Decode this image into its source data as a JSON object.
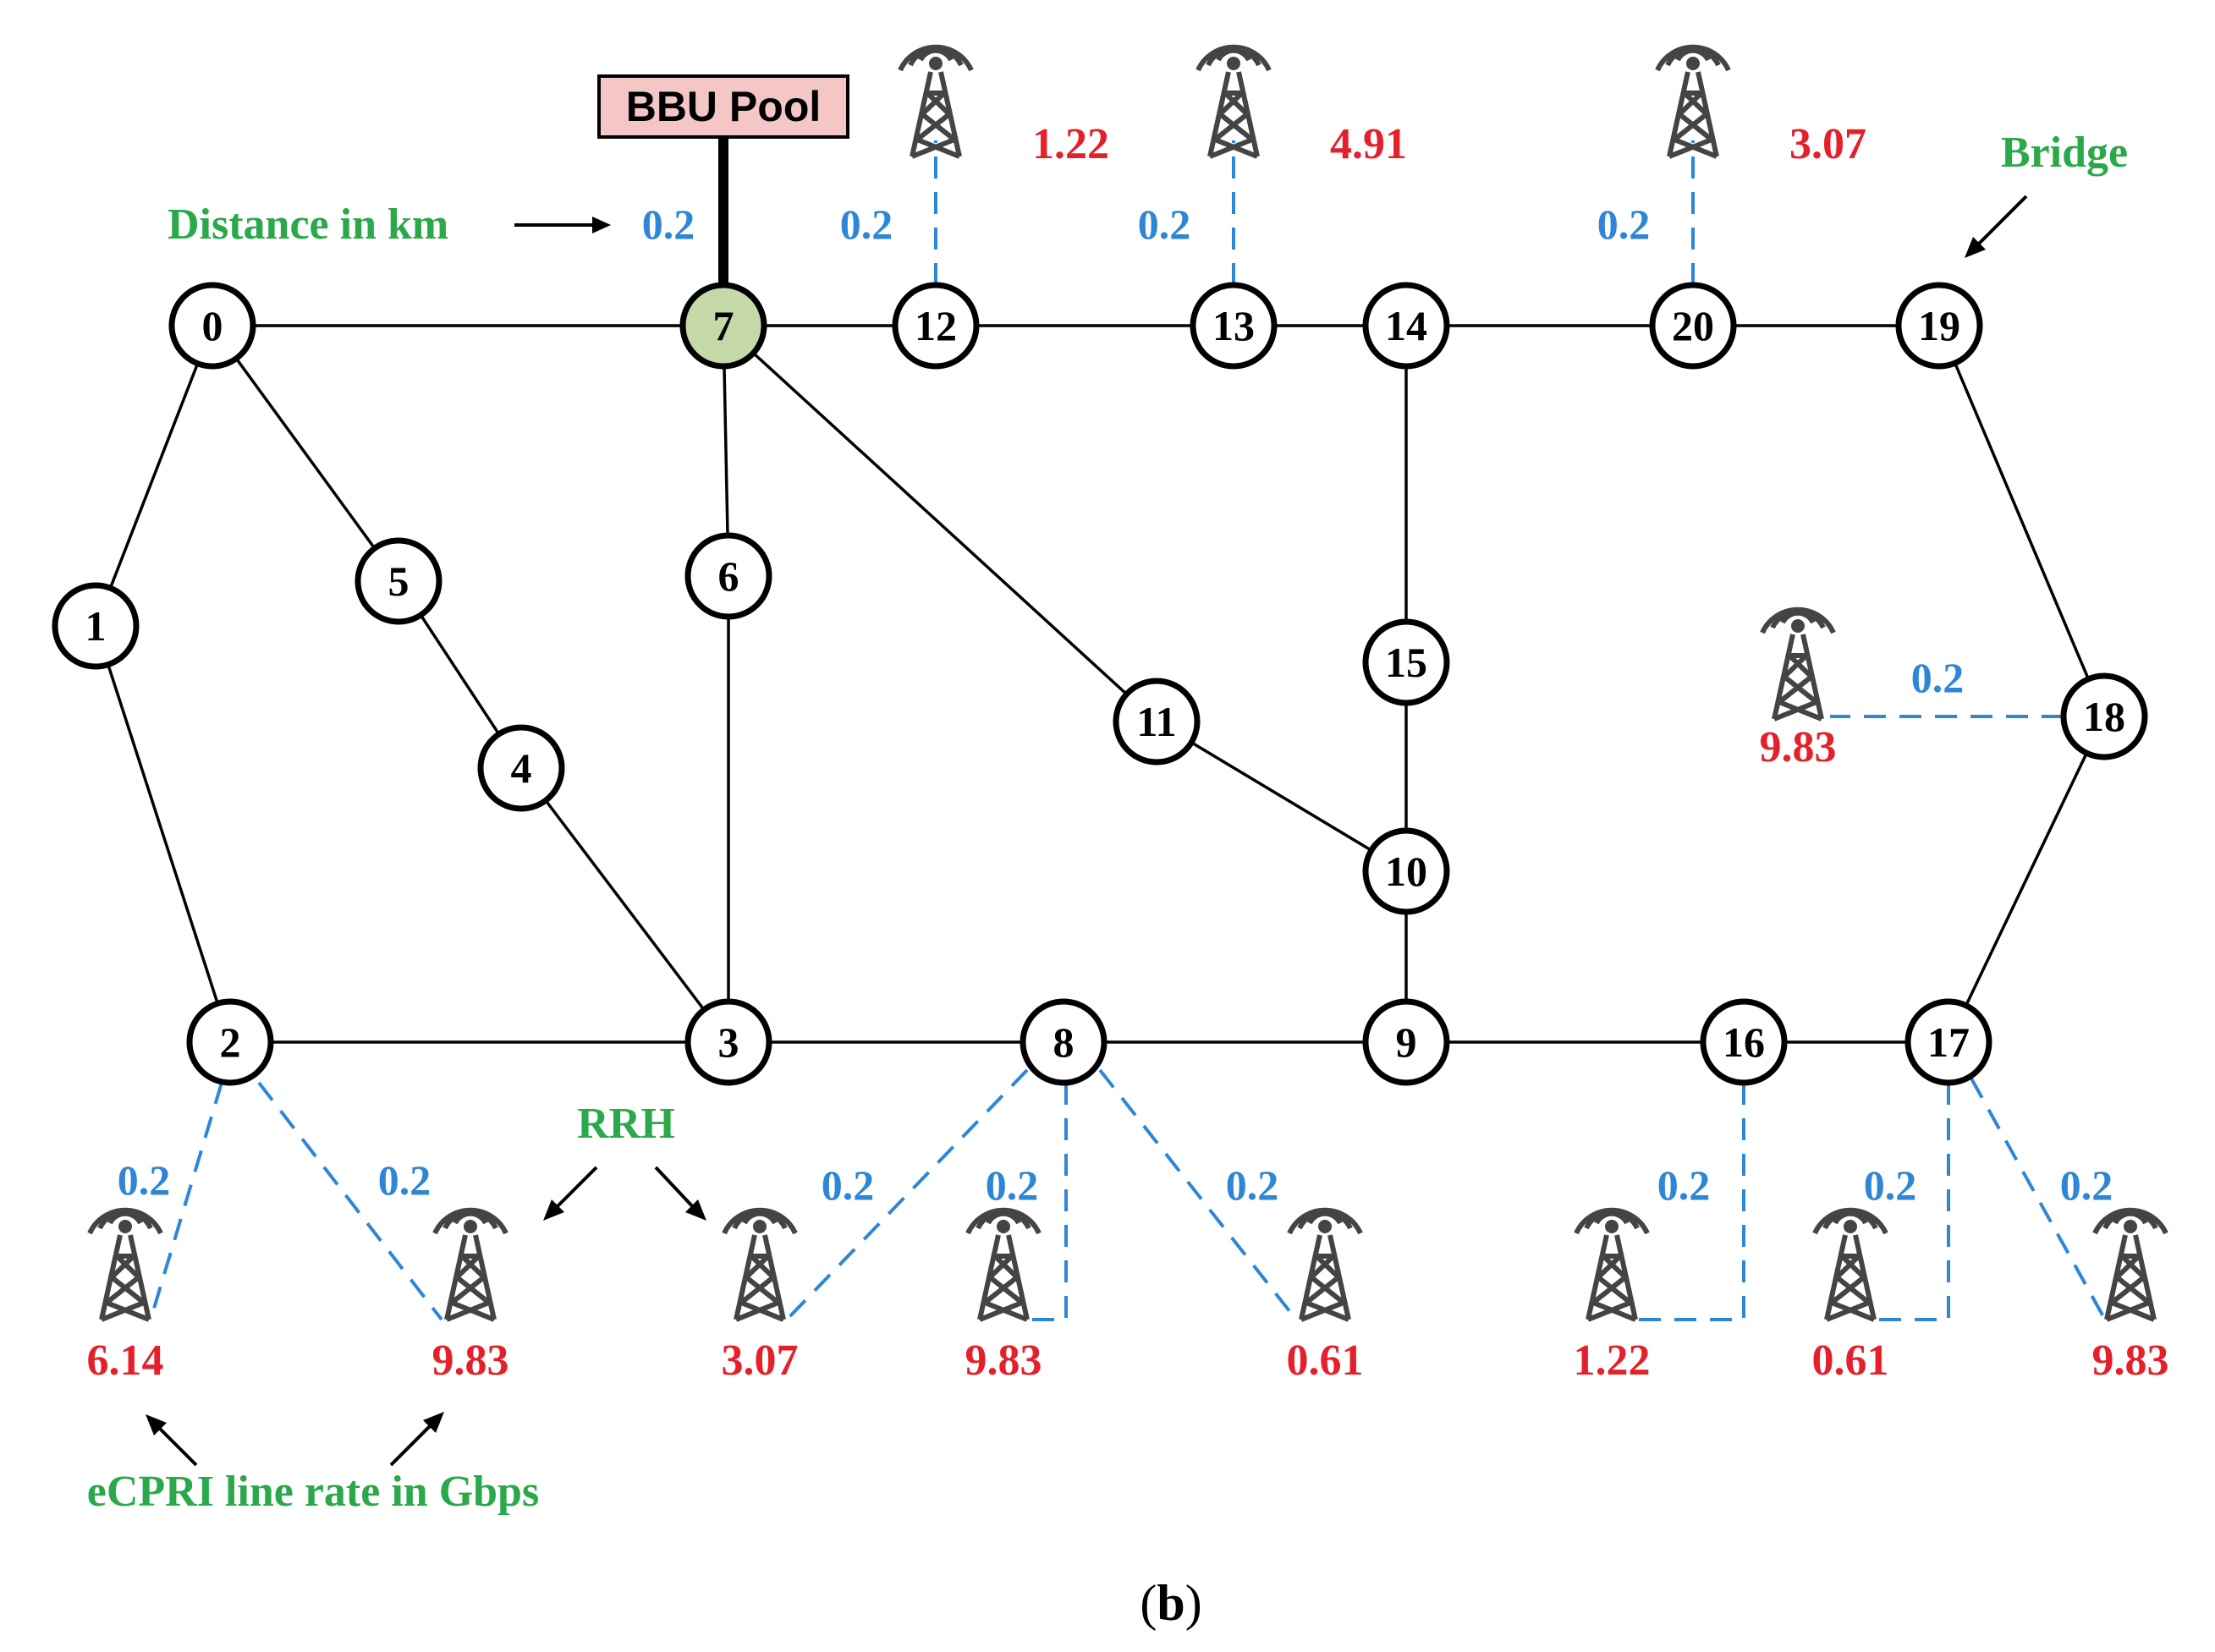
{
  "figure": {
    "caption_open": "(",
    "caption_letter": "b",
    "caption_close": ")"
  },
  "bbu": {
    "label": "BBU Pool",
    "link_distance": "0.2"
  },
  "annotations": {
    "distance": "Distance in km",
    "bridge": "Bridge",
    "rrh": "RRH",
    "line_rate": "eCPRI line rate in Gbps"
  },
  "nodes": [
    {
      "id": "0",
      "label": "0"
    },
    {
      "id": "1",
      "label": "1"
    },
    {
      "id": "2",
      "label": "2"
    },
    {
      "id": "3",
      "label": "3"
    },
    {
      "id": "4",
      "label": "4"
    },
    {
      "id": "5",
      "label": "5"
    },
    {
      "id": "6",
      "label": "6"
    },
    {
      "id": "7",
      "label": "7"
    },
    {
      "id": "8",
      "label": "8"
    },
    {
      "id": "9",
      "label": "9"
    },
    {
      "id": "10",
      "label": "10"
    },
    {
      "id": "11",
      "label": "11"
    },
    {
      "id": "12",
      "label": "12"
    },
    {
      "id": "13",
      "label": "13"
    },
    {
      "id": "14",
      "label": "14"
    },
    {
      "id": "15",
      "label": "15"
    },
    {
      "id": "16",
      "label": "16"
    },
    {
      "id": "17",
      "label": "17"
    },
    {
      "id": "18",
      "label": "18"
    },
    {
      "id": "19",
      "label": "19"
    },
    {
      "id": "20",
      "label": "20"
    }
  ],
  "edges": [
    [
      "0",
      "7"
    ],
    [
      "0",
      "1"
    ],
    [
      "0",
      "5"
    ],
    [
      "5",
      "4"
    ],
    [
      "4",
      "3"
    ],
    [
      "1",
      "2"
    ],
    [
      "2",
      "3"
    ],
    [
      "3",
      "6"
    ],
    [
      "6",
      "7"
    ],
    [
      "7",
      "12"
    ],
    [
      "12",
      "13"
    ],
    [
      "13",
      "14"
    ],
    [
      "14",
      "20"
    ],
    [
      "20",
      "19"
    ],
    [
      "7",
      "11"
    ],
    [
      "11",
      "10"
    ],
    [
      "14",
      "15"
    ],
    [
      "15",
      "10"
    ],
    [
      "10",
      "9"
    ],
    [
      "3",
      "8"
    ],
    [
      "8",
      "9"
    ],
    [
      "9",
      "16"
    ],
    [
      "16",
      "17"
    ],
    [
      "17",
      "18"
    ],
    [
      "18",
      "19"
    ]
  ],
  "rrhs": [
    {
      "node": "12",
      "rate": "1.22",
      "distance": "0.2"
    },
    {
      "node": "13",
      "rate": "4.91",
      "distance": "0.2"
    },
    {
      "node": "20",
      "rate": "3.07",
      "distance": "0.2"
    },
    {
      "node": "18",
      "rate": "9.83",
      "distance": "0.2"
    },
    {
      "node": "2",
      "rate": "6.14",
      "distance": "0.2"
    },
    {
      "node": "2",
      "rate": "9.83",
      "distance": "0.2"
    },
    {
      "node": "8",
      "rate": "3.07",
      "distance": "0.2"
    },
    {
      "node": "8",
      "rate": "9.83",
      "distance": "0.2"
    },
    {
      "node": "8",
      "rate": "0.61",
      "distance": "0.2"
    },
    {
      "node": "16",
      "rate": "1.22",
      "distance": "0.2"
    },
    {
      "node": "17",
      "rate": "0.61",
      "distance": "0.2"
    },
    {
      "node": "17",
      "rate": "9.83",
      "distance": "0.2"
    }
  ],
  "colors": {
    "distance": "#2e86d6",
    "rate": "#e4202a",
    "annotation": "#2aa84a",
    "bbu_box": "#f4c6c6",
    "bbu_node": "#c5d9a8"
  }
}
